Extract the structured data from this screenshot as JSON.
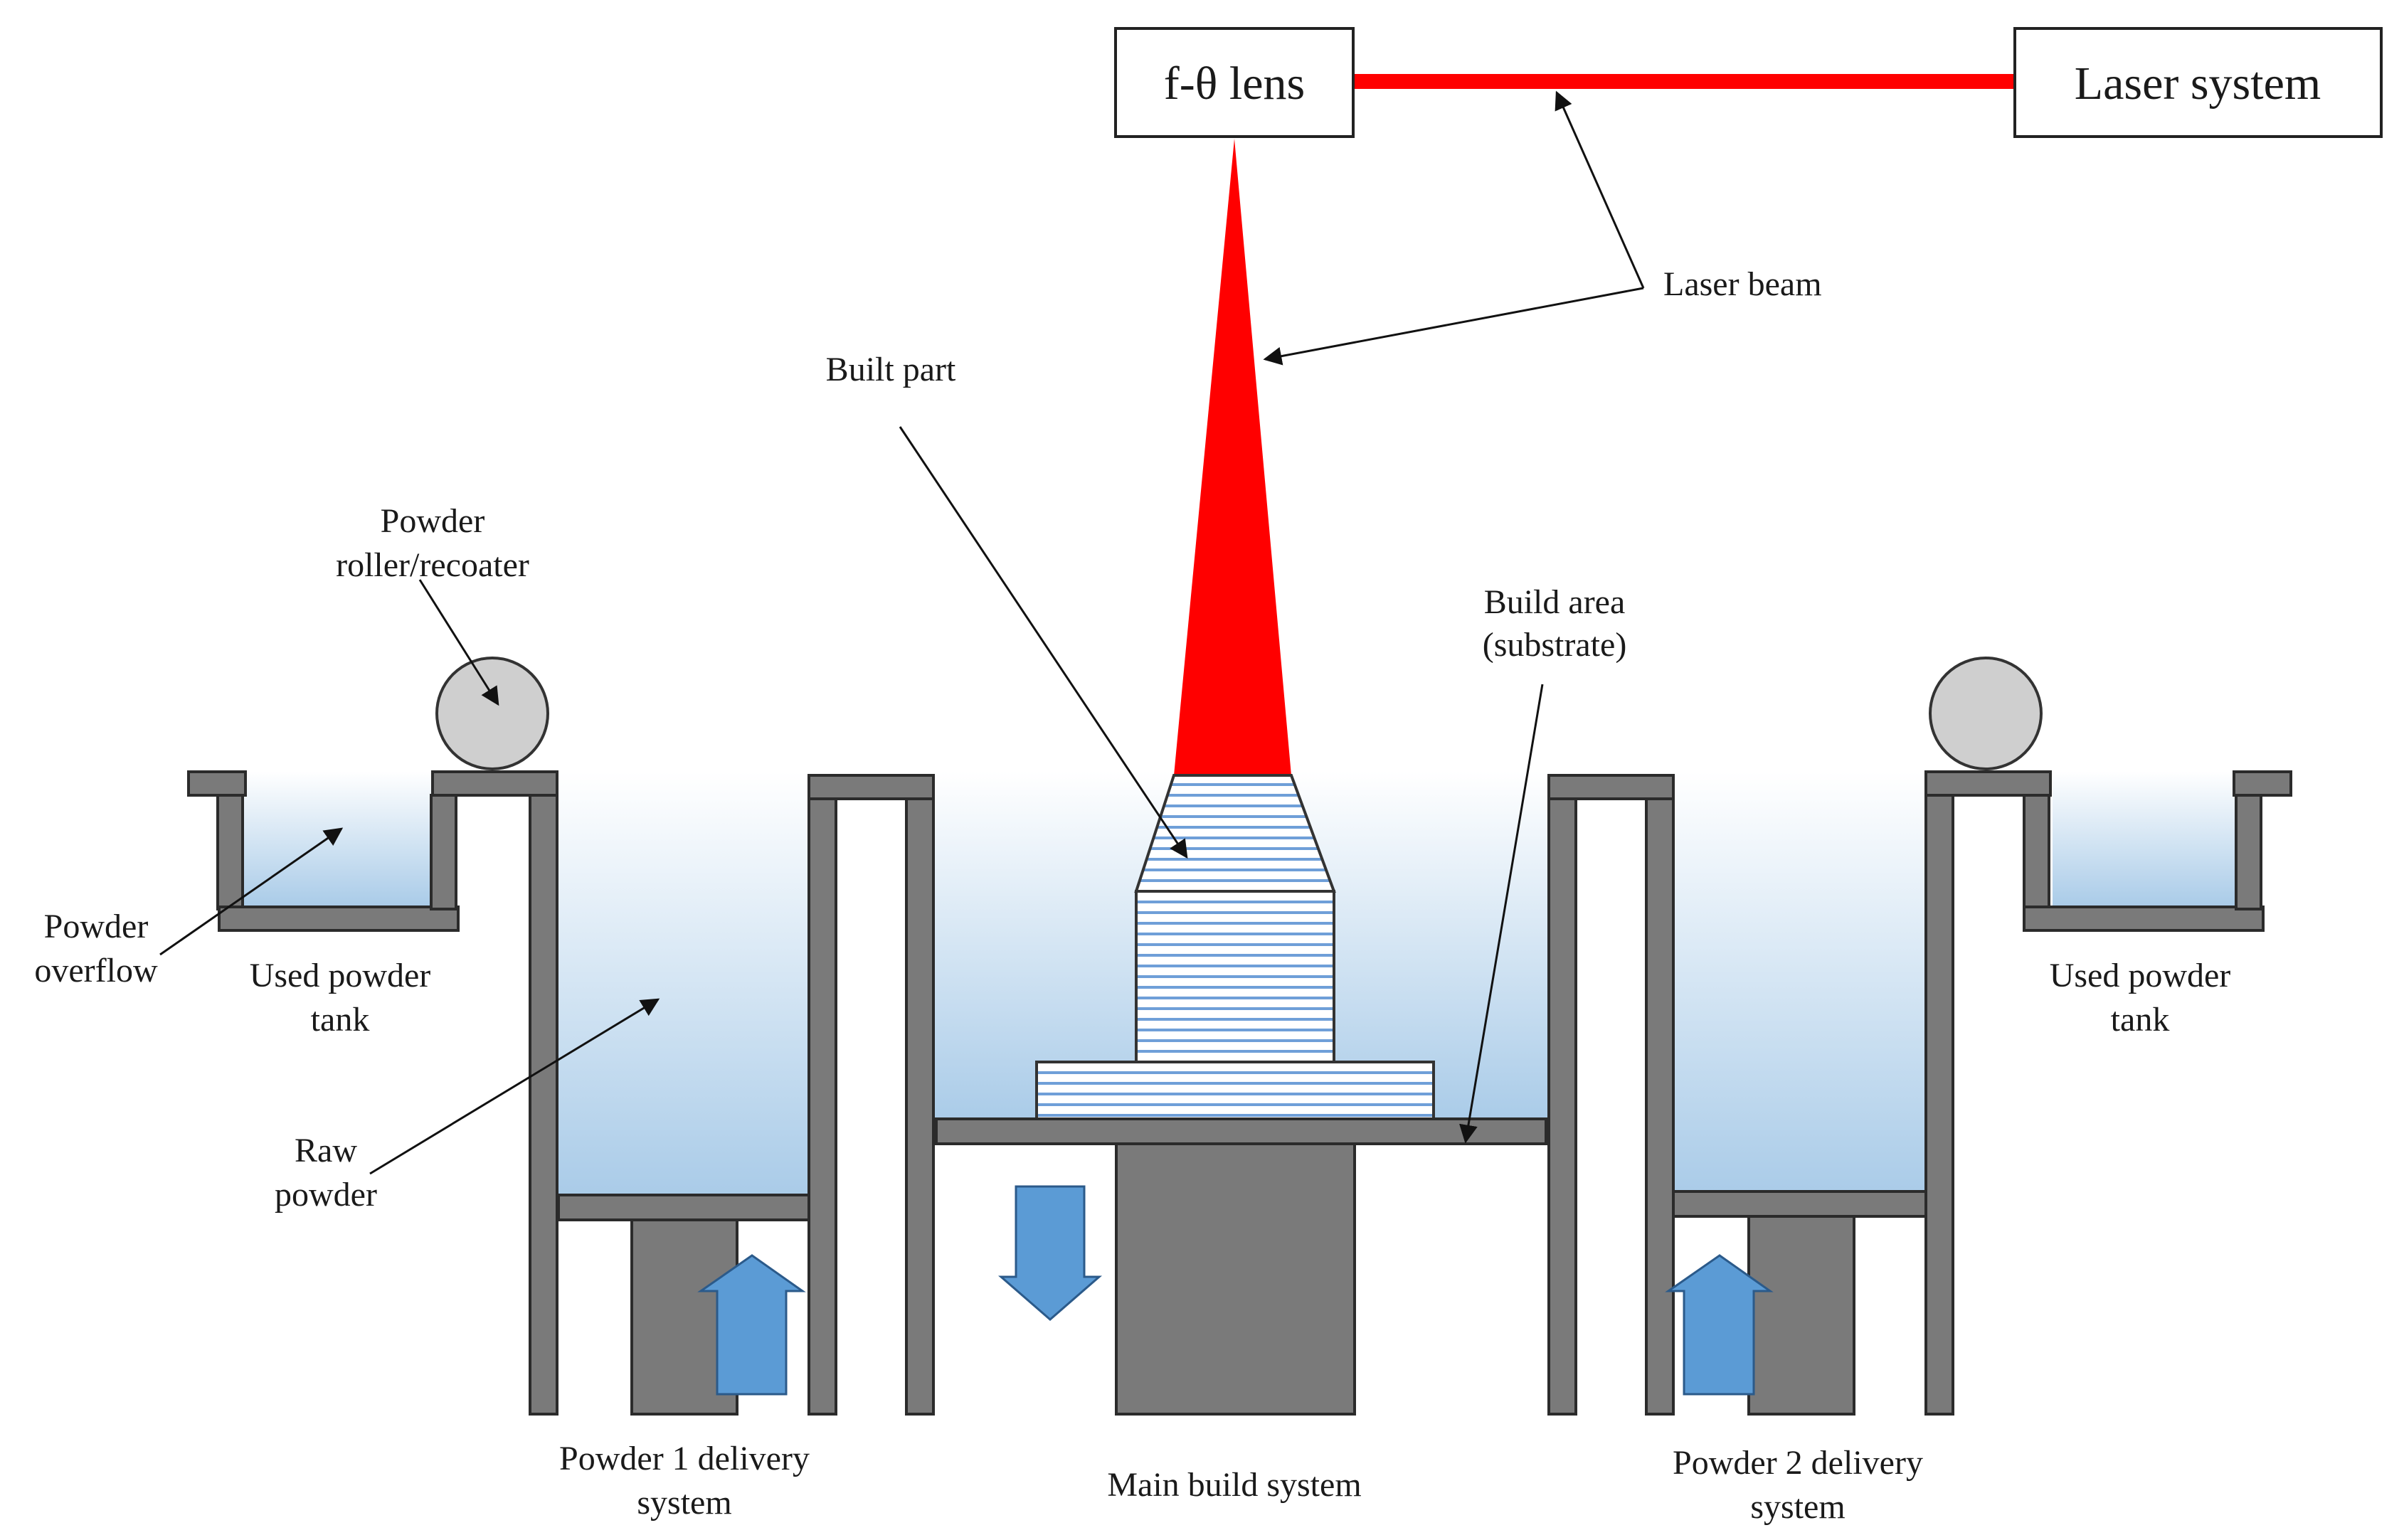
{
  "boxes": {
    "lens": "f-θ lens",
    "laser_system": "Laser system"
  },
  "labels": {
    "laser_beam": "Laser beam",
    "built_part": "Built part",
    "roller_1": "Powder",
    "roller_2": "roller/recoater",
    "build_area_1": "Build area",
    "build_area_2": "(substrate)",
    "overflow_1": "Powder",
    "overflow_2": "overflow",
    "used_left_1": "Used powder",
    "used_left_2": "tank",
    "used_right_1": "Used powder",
    "used_right_2": "tank",
    "raw_1": "Raw",
    "raw_2": "powder",
    "p1_1": "Powder 1 delivery",
    "p1_2": "system",
    "main": "Main build system",
    "p2_1": "Powder 2 delivery",
    "p2_2": "system"
  },
  "colors": {
    "laser": "#ff0000",
    "wall": "#7a7a7a",
    "wall_stroke": "#2b2b2b",
    "powder_top": "#ffffff",
    "powder_bottom": "#a9cbe8",
    "arrow": "#5b9bd5",
    "layer_line": "#6f9fd8",
    "roller": "#cfcfcf"
  },
  "arrows": {
    "powder_1_platform": "up",
    "main_platform": "down",
    "powder_2_platform": "up"
  },
  "icons": {
    "roller_left": "roller-icon",
    "roller_right": "roller-icon"
  }
}
